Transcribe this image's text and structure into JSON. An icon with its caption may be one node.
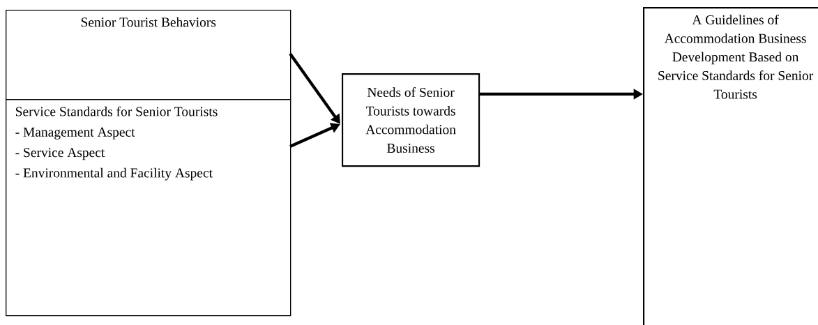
{
  "diagram": {
    "nodes": [
      {
        "text": [
          "Senior Tourist Behaviors"
        ]
      },
      {
        "text": [
          "Service Standards for Senior Tourists",
          "- Management Aspect",
          "- Service Aspect",
          "- Environmental and Facility Aspect"
        ]
      },
      {
        "text": [
          "Needs of Senior Tourists towards Accommodation Business"
        ]
      },
      {
        "text": [
          "A Guidelines of Accommodation Business Development Based on Service Standards for Senior Tourists"
        ]
      }
    ],
    "edges": [
      {
        "from": 0,
        "to": 2,
        "arrow": "to"
      },
      {
        "from": 1,
        "to": 2,
        "arrow": "to"
      },
      {
        "from": 2,
        "to": 3,
        "arrow": "to"
      }
    ]
  }
}
